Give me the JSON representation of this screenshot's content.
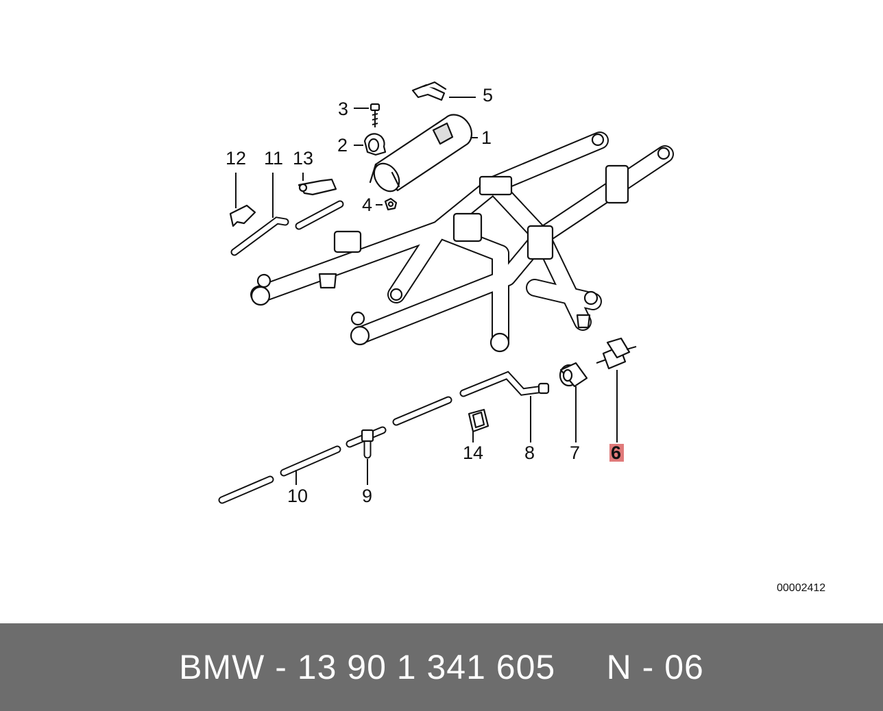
{
  "callouts": {
    "c1": "1",
    "c2": "2",
    "c3": "3",
    "c4": "4",
    "c5": "5",
    "c6": "6",
    "c7": "7",
    "c8": "8",
    "c9": "9",
    "c10": "10",
    "c11": "11",
    "c12": "12",
    "c13": "13",
    "c14": "14"
  },
  "highlighted_callout": "6",
  "highlight_color": "#e07a7a",
  "reference_number": "00002412",
  "footer": {
    "text": "BMW - 13 90 1 341 605     N - 06",
    "background": "#6d6d6d"
  }
}
